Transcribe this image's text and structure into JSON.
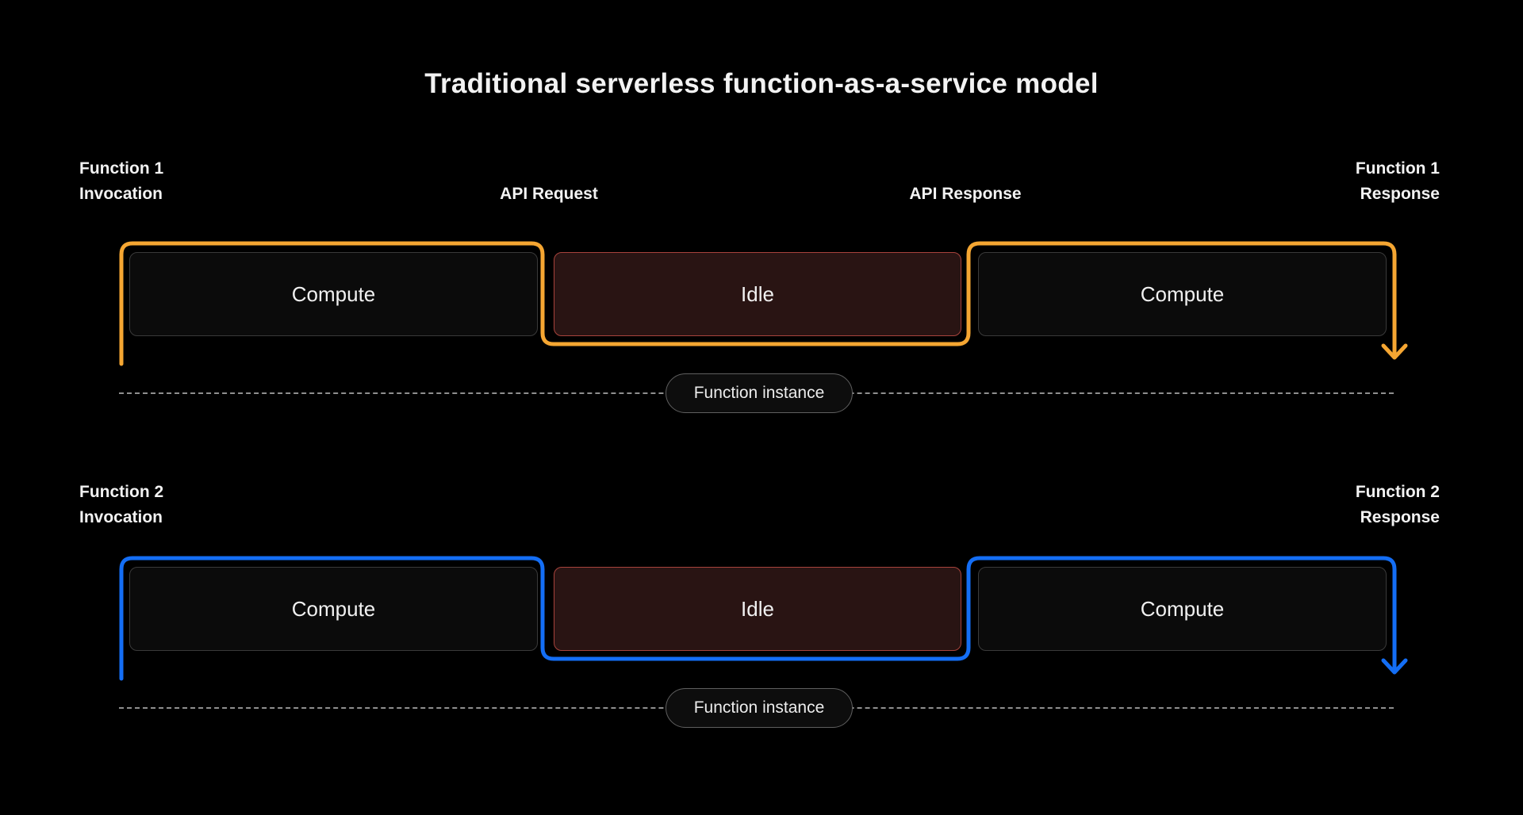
{
  "title": "Traditional serverless function-as-a-service model",
  "colors": {
    "bg": "#000000",
    "text": "#f2f2f2",
    "accent-orange": "#F5A632",
    "accent-blue": "#146EF5",
    "compute-fill": "#0b0b0b",
    "compute-border": "#3a3a3a",
    "idle-fill": "#291413",
    "idle-border": "#a8433c",
    "dash": "#8f8f8f",
    "pill-fill": "#0d0d0d",
    "pill-border": "#5f5f5f"
  },
  "rows": [
    {
      "invocation_line1": "Function 1",
      "invocation_line2": "Invocation",
      "api_request": "API Request",
      "api_response": "API Response",
      "response_line1": "Function 1",
      "response_line2": "Response",
      "boxes": [
        {
          "label": "Compute"
        },
        {
          "label": "Idle"
        },
        {
          "label": "Compute"
        }
      ],
      "instance_label": "Function instance"
    },
    {
      "invocation_line1": "Function 2",
      "invocation_line2": "Invocation",
      "response_line1": "Function 2",
      "response_line2": "Response",
      "boxes": [
        {
          "label": "Compute"
        },
        {
          "label": "Idle"
        },
        {
          "label": "Compute"
        }
      ],
      "instance_label": "Function instance"
    }
  ]
}
